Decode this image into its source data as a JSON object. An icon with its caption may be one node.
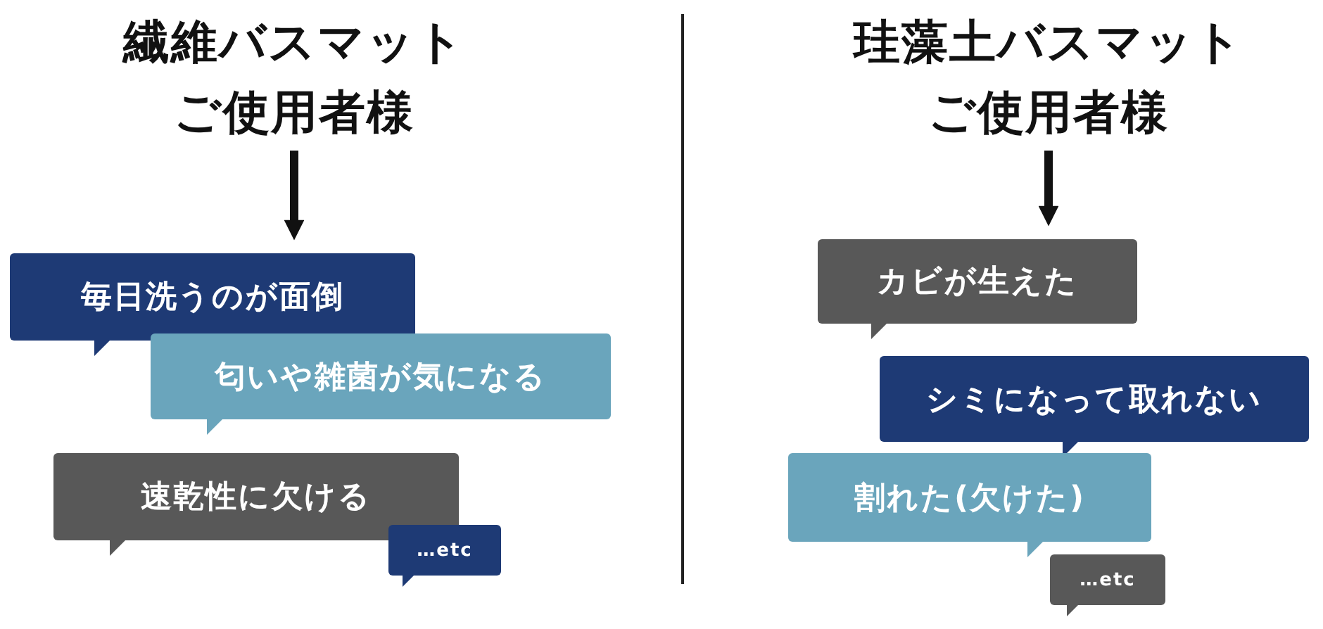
{
  "diagram": {
    "nodes": [
      {
        "text": [
          "繊維バスマットご使用者様"
        ]
      },
      {
        "text": [
          "毎日洗うのが面倒"
        ]
      },
      {
        "text": [
          "匂いや雑菌が気になる"
        ]
      },
      {
        "text": [
          "速乾性に欠ける"
        ]
      },
      {
        "text": [
          "…etc"
        ]
      },
      {
        "text": [
          "珪藻土バスマットご使用者様"
        ]
      },
      {
        "text": [
          "カビが生えた"
        ]
      },
      {
        "text": [
          "シミになって取れない"
        ]
      },
      {
        "text": [
          "割れた(欠けた)"
        ]
      },
      {
        "text": [
          "…etc"
        ]
      }
    ],
    "edges": [
      {
        "from": 0,
        "to": 1,
        "arrow": "to"
      },
      {
        "from": 5,
        "to": 6,
        "arrow": "to"
      }
    ]
  }
}
